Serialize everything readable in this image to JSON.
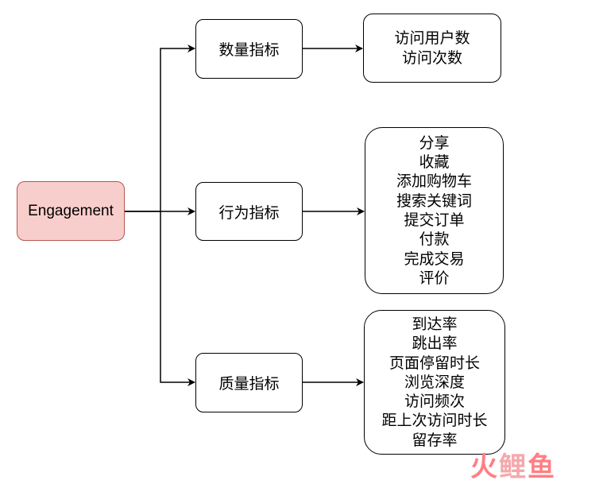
{
  "root": {
    "label": "Engagement"
  },
  "categories": [
    {
      "label": "数量指标",
      "items": [
        "访问用户数",
        "访问次数"
      ]
    },
    {
      "label": "行为指标",
      "items": [
        "分享",
        "收藏",
        "添加购物车",
        "搜索关键词",
        "提交订单",
        "付款",
        "完成交易",
        "评价"
      ]
    },
    {
      "label": "质量指标",
      "items": [
        "到达率",
        "跳出率",
        "页面停留时长",
        "浏览深度",
        "访问频次",
        "距上次访问时长",
        "留存率"
      ]
    }
  ],
  "watermark": {
    "char1": "火",
    "char2": "鲤",
    "char3": "鱼"
  },
  "colors": {
    "root_fill": "#f8cecc",
    "root_stroke": "#b85450",
    "line": "#000000"
  }
}
